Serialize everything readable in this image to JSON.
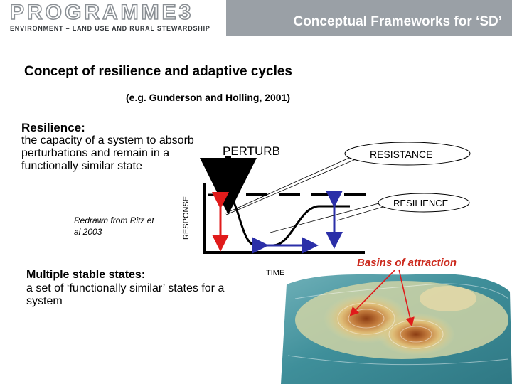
{
  "header": {
    "logo_word": "PROGRAMME3",
    "logo_sub": "ENVIRONMENT – LAND USE AND RURAL STEWARDSHIP",
    "slide_title": "Conceptual Frameworks for ‘SD’"
  },
  "main": {
    "title": "Concept of resilience and adaptive cycles",
    "citation": "(e.g. Gunderson and Holling, 2001)",
    "resilience_title": "Resilience:",
    "resilience_desc": "the capacity of a system to absorb perturbations and remain in a functionally similar state",
    "redrawn": "Redrawn from Ritz et al 2003",
    "multiple_title": "Multiple stable states:",
    "multiple_desc": "a set of ‘functionally similar’ states for a system"
  },
  "diagram": {
    "y_axis_label": "RESPONSE",
    "x_axis_label": "TIME",
    "perturb_label": "PERTURB",
    "resistance_label": "RESISTANCE",
    "resilience_label": "RESILIENCE",
    "basins_label": "Basins of attraction"
  },
  "colors": {
    "banner": "#9aa0a6",
    "arrow_red": "#e01b1b",
    "arrow_blue": "#2b2fa8",
    "basins_text": "#cc2a1e"
  }
}
